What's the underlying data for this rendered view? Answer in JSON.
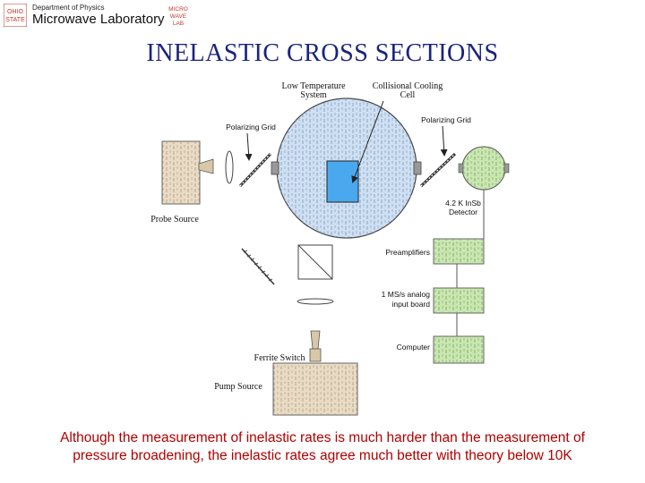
{
  "header": {
    "department": "Department of Physics",
    "laboratory": "Microwave Laboratory",
    "logo_left_text": [
      "OHIO",
      "STATE"
    ],
    "logo_right_text": [
      "MICRO",
      "WAVE",
      "LAB"
    ],
    "colors": {
      "logo": "#c0392b"
    }
  },
  "title": "INELASTIC CROSS SECTIONS",
  "diagram": {
    "labels": {
      "low_temp_line1": "Low Temperature",
      "low_temp_line2": "System",
      "cooling_line1": "Collisional Cooling",
      "cooling_line2": "Cell",
      "polarizing_grid_left": "Polarizing Grid",
      "polarizing_grid_right": "Polarizing Grid",
      "probe_source": "Probe Source",
      "detector_line1": "4.2 K InSb",
      "detector_line2": "Detector",
      "preamplifiers": "Preamplifiers",
      "board_line1": "1 MS/s analog",
      "board_line2": "input board",
      "computer": "Computer",
      "ferrite_switch": "Ferrite Switch",
      "pump_source": "Pump Source"
    },
    "colors": {
      "cryostat": "#cfe0f2",
      "cell": "#4aa8ee",
      "green_box": "#c9e8b0",
      "source_box": "#eadbc4",
      "line": "#555555"
    }
  },
  "caption": {
    "line1": "Although the measurement of inelastic rates is much harder than the measurement of",
    "line2": "pressure broadening, the inelastic rates agree much better with theory below 10K",
    "color": "#b00000"
  }
}
